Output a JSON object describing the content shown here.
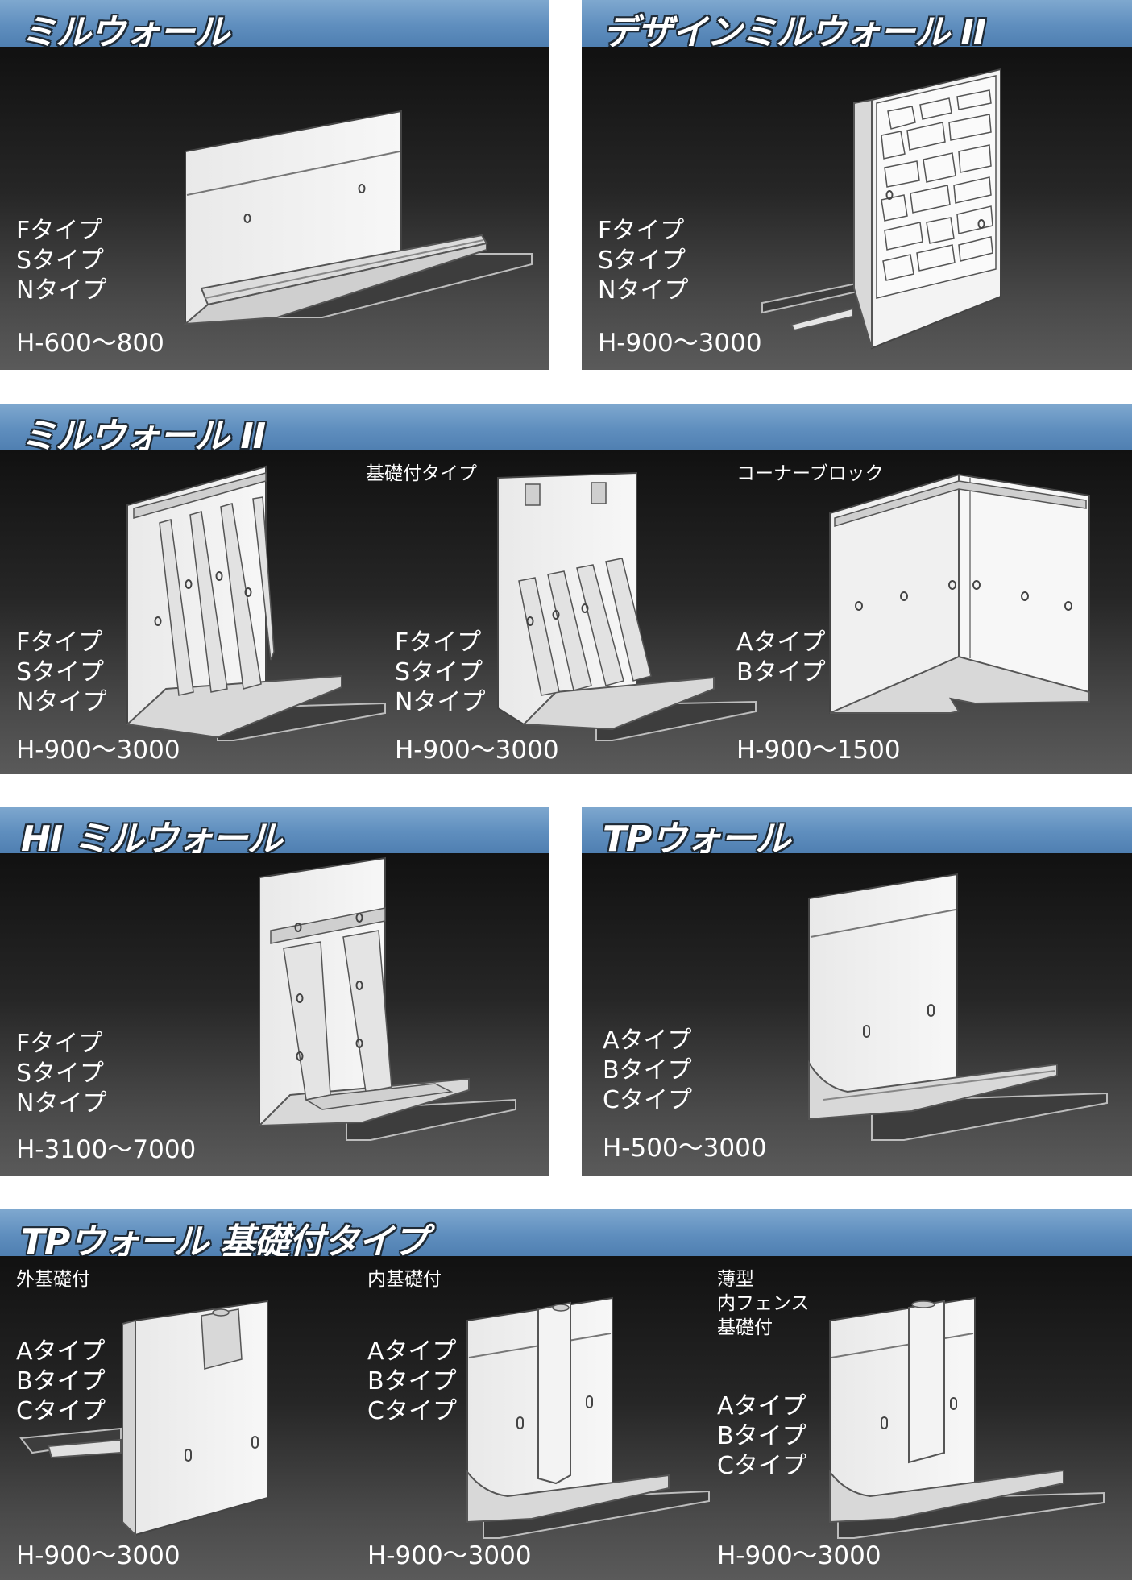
{
  "panels": {
    "millwall": {
      "title": "ミルウォール",
      "types": [
        "Fタイプ",
        "Sタイプ",
        "Nタイプ"
      ],
      "range": "H-600～800"
    },
    "design_millwall2": {
      "title": "デザインミルウォール II",
      "types": [
        "Fタイプ",
        "Sタイプ",
        "Nタイプ"
      ],
      "range": "H-900～3000"
    },
    "millwall2": {
      "title": "ミルウォール II",
      "items": [
        {
          "label": "",
          "types": [
            "Fタイプ",
            "Sタイプ",
            "Nタイプ"
          ],
          "range": "H-900～3000"
        },
        {
          "label": "基礎付タイプ",
          "types": [
            "Fタイプ",
            "Sタイプ",
            "Nタイプ"
          ],
          "range": "H-900～3000"
        },
        {
          "label": "コーナーブロック",
          "types": [
            "Aタイプ",
            "Bタイプ"
          ],
          "range": "H-900～1500"
        }
      ]
    },
    "hi_millwall": {
      "title": "HI ミルウォール",
      "types": [
        "Fタイプ",
        "Sタイプ",
        "Nタイプ"
      ],
      "range": "H-3100～7000"
    },
    "tp_wall": {
      "title": "TPウォール",
      "types": [
        "Aタイプ",
        "Bタイプ",
        "Cタイプ"
      ],
      "range": "H-500～3000"
    },
    "tp_wall_foundation": {
      "title": "TPウォール 基礎付タイプ",
      "items": [
        {
          "label": "外基礎付",
          "types": [
            "Aタイプ",
            "Bタイプ",
            "Cタイプ"
          ],
          "range": "H-900～3000"
        },
        {
          "label": "内基礎付",
          "types": [
            "Aタイプ",
            "Bタイプ",
            "Cタイプ"
          ],
          "range": "H-900～3000"
        },
        {
          "label_lines": [
            "薄型",
            "内フェンス",
            "基礎付"
          ],
          "types": [
            "Aタイプ",
            "Bタイプ",
            "Cタイプ"
          ],
          "range": "H-900～3000"
        }
      ]
    }
  }
}
